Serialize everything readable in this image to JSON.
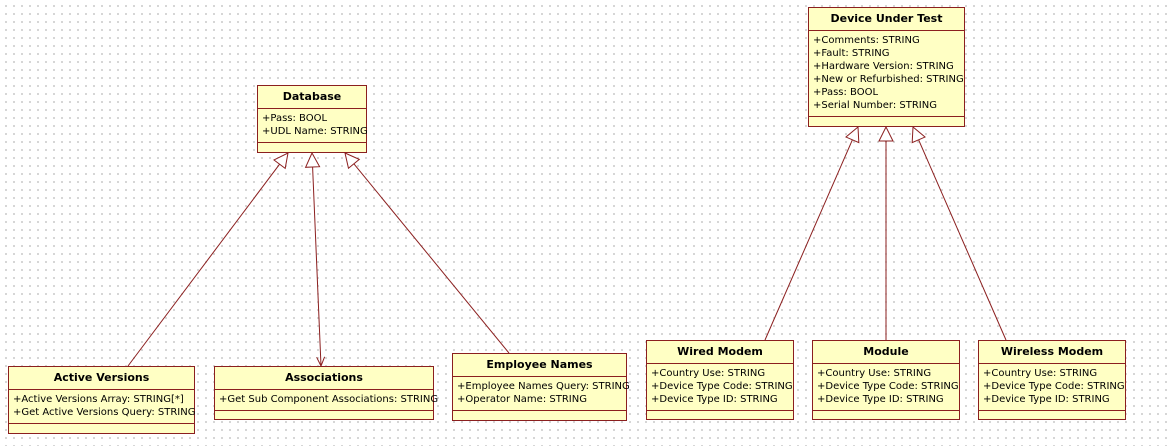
{
  "diagram": {
    "classes": [
      {
        "id": "database",
        "name": "Database",
        "attributes": [
          "+Pass: BOOL",
          "+UDL Name: STRING"
        ]
      },
      {
        "id": "dut",
        "name": "Device Under Test",
        "attributes": [
          "+Comments: STRING",
          "+Fault: STRING",
          "+Hardware Version: STRING",
          "+New or Refurbished: STRING",
          "+Pass: BOOL",
          "+Serial Number: STRING"
        ]
      },
      {
        "id": "active-versions",
        "name": "Active Versions",
        "attributes": [
          "+Active Versions Array: STRING[*]",
          "+Get Active Versions Query: STRING"
        ]
      },
      {
        "id": "associations",
        "name": "Associations",
        "attributes": [
          "+Get Sub Component Associations: STRING"
        ]
      },
      {
        "id": "employee-names",
        "name": "Employee Names",
        "attributes": [
          "+Employee Names Query: STRING",
          "+Operator Name: STRING"
        ]
      },
      {
        "id": "wired-modem",
        "name": "Wired Modem",
        "attributes": [
          "+Country Use: STRING",
          "+Device Type Code: STRING",
          "+Device Type ID: STRING"
        ]
      },
      {
        "id": "module",
        "name": "Module",
        "attributes": [
          "+Country Use: STRING",
          "+Device Type Code: STRING",
          "+Device Type ID: STRING"
        ]
      },
      {
        "id": "wireless-modem",
        "name": "Wireless Modem",
        "attributes": [
          "+Country Use: STRING",
          "+Device Type Code: STRING",
          "+Device Type ID: STRING"
        ]
      }
    ],
    "relations": [
      {
        "from": "active-versions",
        "to": "database",
        "kind": "generalization"
      },
      {
        "from": "associations",
        "to": "database",
        "kind": "generalization-bidirectional"
      },
      {
        "from": "employee-names",
        "to": "database",
        "kind": "generalization"
      },
      {
        "from": "wired-modem",
        "to": "dut",
        "kind": "generalization"
      },
      {
        "from": "module",
        "to": "dut",
        "kind": "generalization"
      },
      {
        "from": "wireless-modem",
        "to": "dut",
        "kind": "generalization"
      }
    ],
    "colors": {
      "border": "#8b1f1f",
      "fill": "#ffffc4",
      "line": "#8b1f1f"
    }
  }
}
